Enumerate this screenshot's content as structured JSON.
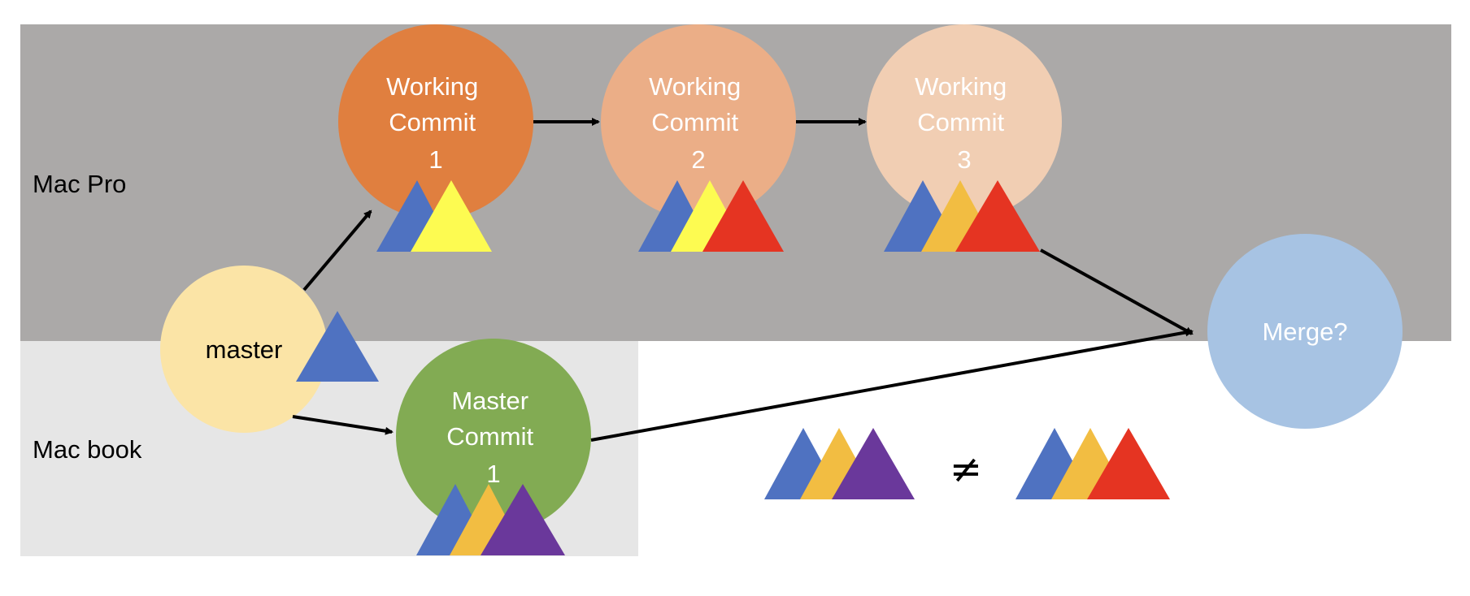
{
  "colors": {
    "lane_top": "#aba9a8",
    "lane_bottom": "#e6e6e6",
    "master": "#fbe4a6",
    "working1": "#e07f3f",
    "working2": "#ebae87",
    "working3": "#f1ceb3",
    "master_commit": "#82ab53",
    "merge": "#a7c3e3",
    "tri_blue": "#4f72c1",
    "tri_yellow": "#fdfb51",
    "tri_gold": "#f2bd42",
    "tri_red": "#e53422",
    "tri_purple": "#6a389b"
  },
  "lanes": {
    "top_label": "Mac Pro",
    "bottom_label": "Mac book"
  },
  "nodes": {
    "master": {
      "lines": [
        "master"
      ]
    },
    "working1": {
      "lines": [
        "Working",
        "Commit",
        "1"
      ]
    },
    "working2": {
      "lines": [
        "Working",
        "Commit",
        "2"
      ]
    },
    "working3": {
      "lines": [
        "Working",
        "Commit",
        "3"
      ]
    },
    "master_commit": {
      "lines": [
        "Master",
        "Commit",
        "1"
      ]
    },
    "merge": {
      "lines": [
        "Merge?"
      ]
    }
  },
  "comparison": {
    "symbol": "≠"
  }
}
